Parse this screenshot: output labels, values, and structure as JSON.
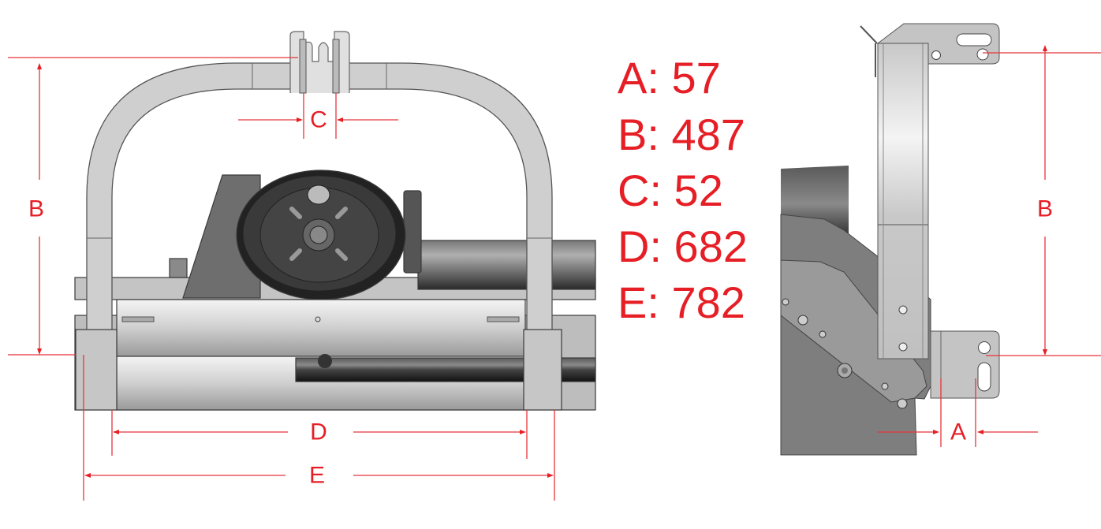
{
  "dimension_labels": {
    "a": "A",
    "b": "B",
    "c": "C",
    "d": "D",
    "e": "E"
  },
  "dimensions": [
    {
      "label": "A: 57"
    },
    {
      "label": "B: 487"
    },
    {
      "label": "C: 52"
    },
    {
      "label": "D: 682"
    },
    {
      "label": "E: 782"
    }
  ],
  "colors": {
    "dimension": "#e61e25",
    "part": "#c8c8c8",
    "dark": "#2a2a2a"
  }
}
